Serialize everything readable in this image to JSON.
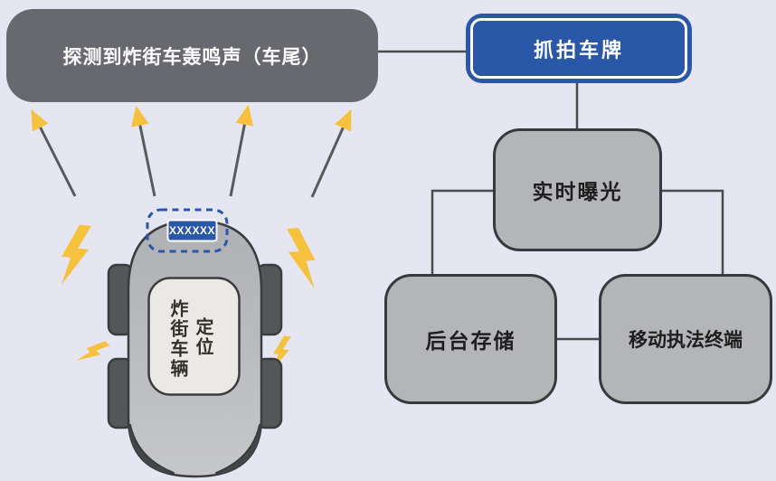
{
  "flowchart": {
    "detect_box": "探测到炸街车轰鸣声（车尾）",
    "capture_box": "抓拍车牌",
    "expose_box": "实时曝光",
    "storage_box": "后台存储",
    "terminal_box": "移动执法终端"
  },
  "car": {
    "plate": "XXXXXX",
    "label_column_1": "炸街车辆",
    "label_column_2": "定位"
  },
  "icons": {
    "lightning": "lightning-bolt-icon",
    "sound_arrow": "sound-direction-arrow"
  },
  "colors": {
    "background": "#e5e6f2",
    "detect_box_fill": "#67696e",
    "capture_box_fill": "#2b57a8",
    "node_fill": "#b4b5b9",
    "node_border": "#38393c",
    "connector": "#4a4b4d",
    "lightning_yellow": "#f6c23e",
    "arrow_shaft": "#595a5d",
    "car_body": "#b2b4b8",
    "car_wheel": "#55565a",
    "car_window": "#eae9e5",
    "plate_blue": "#2b57a8"
  }
}
